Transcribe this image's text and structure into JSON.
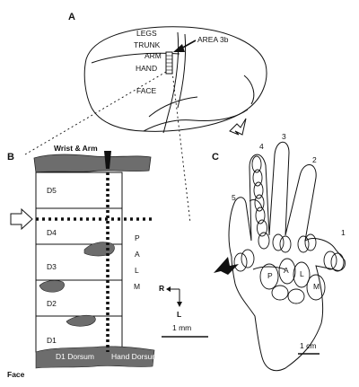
{
  "panel_a": {
    "letter": "A",
    "body_labels": [
      "LEGS",
      "TRUNK",
      "ARM",
      "HAND",
      "FACE"
    ],
    "area_label": "AREA 3b"
  },
  "panel_b": {
    "letter": "B",
    "top_label": "Wrist & Arm",
    "digit_labels": [
      "D5",
      "D4",
      "D3",
      "D2",
      "D1"
    ],
    "palm_letters": [
      "P",
      "A",
      "L",
      "M"
    ],
    "bottom_left_label": "Face",
    "bottom_dorsum_label": "D1 Dorsum",
    "hand_dorsum_label": "Hand Dorsum",
    "scale_label": "1 mm",
    "orientation": {
      "rostral": "R",
      "lateral": "L"
    }
  },
  "panel_c": {
    "letter": "C",
    "digit_numbers": [
      "5",
      "4",
      "3",
      "2",
      "1"
    ],
    "pad_labels": [
      "P",
      "A",
      "L",
      "M"
    ],
    "scale_label": "1 cm"
  }
}
